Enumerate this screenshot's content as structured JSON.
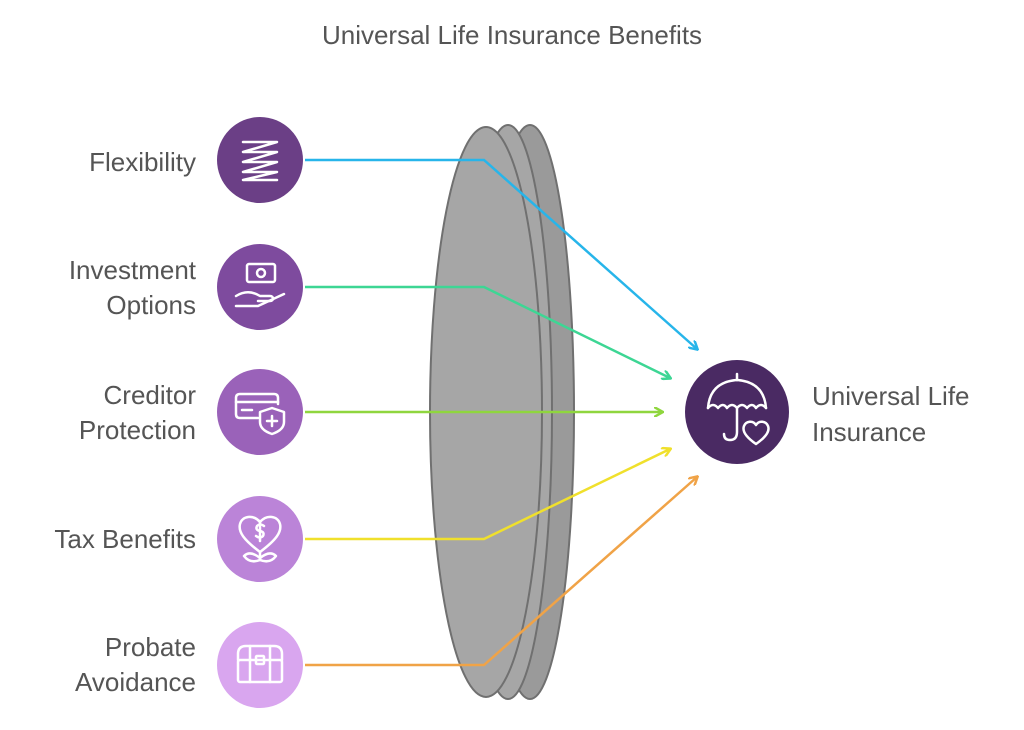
{
  "title": "Universal Life Insurance Benefits",
  "benefits": [
    {
      "line1": "Flexibility",
      "line2": "",
      "icon": "spring-coil-icon",
      "circle_color": "#6b3f86",
      "arrow_color": "#27b5ea"
    },
    {
      "line1": "Investment",
      "line2": "Options",
      "icon": "hand-holding-money-icon",
      "circle_color": "#7e4b9e",
      "arrow_color": "#3dd694"
    },
    {
      "line1": "Creditor",
      "line2": "Protection",
      "icon": "card-shield-icon",
      "circle_color": "#9a62b9",
      "arrow_color": "#8fd63e"
    },
    {
      "line1": "Tax Benefits",
      "line2": "",
      "icon": "heart-dollar-plant-icon",
      "circle_color": "#bb84d8",
      "arrow_color": "#f0e02c"
    },
    {
      "line1": "Probate",
      "line2": "Avoidance",
      "icon": "treasure-chest-icon",
      "circle_color": "#d9a6ef",
      "arrow_color": "#f0a347"
    }
  ],
  "target": {
    "line1": "Universal Life",
    "line2": "Insurance",
    "icon": "umbrella-heart-icon",
    "circle_color": "#4a2a63"
  },
  "lens_color": "#a6a6a6"
}
